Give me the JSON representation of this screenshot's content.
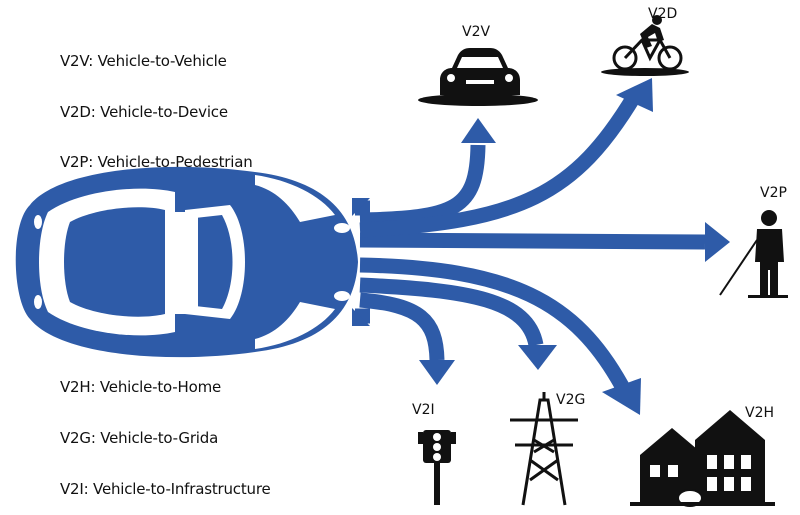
{
  "colors": {
    "arrow": "#2e5ba8",
    "car_dark": "#1f4f9c",
    "icon": "#111111"
  },
  "legend_top": [
    {
      "label": "V2V: Vehicle-to-Vehicle"
    },
    {
      "label": "V2D: Vehicle-to-Device"
    },
    {
      "label": "V2P: Vehicle-to-Pedestrian"
    }
  ],
  "legend_bottom": [
    {
      "label": "V2H: Vehicle-to-Home"
    },
    {
      "label": "V2G: Vehicle-to-Grida"
    },
    {
      "label": "V2I: Vehicle-to-Infrastructure"
    }
  ],
  "targets": {
    "v2v": {
      "label": "V2V",
      "icon": "car-icon"
    },
    "v2d": {
      "label": "V2D",
      "icon": "cyclist-icon"
    },
    "v2p": {
      "label": "V2P",
      "icon": "pedestrian-icon"
    },
    "v2i": {
      "label": "V2I",
      "icon": "traffic-light-icon"
    },
    "v2g": {
      "label": "V2G",
      "icon": "power-tower-icon"
    },
    "v2h": {
      "label": "V2H",
      "icon": "house-icon"
    }
  }
}
